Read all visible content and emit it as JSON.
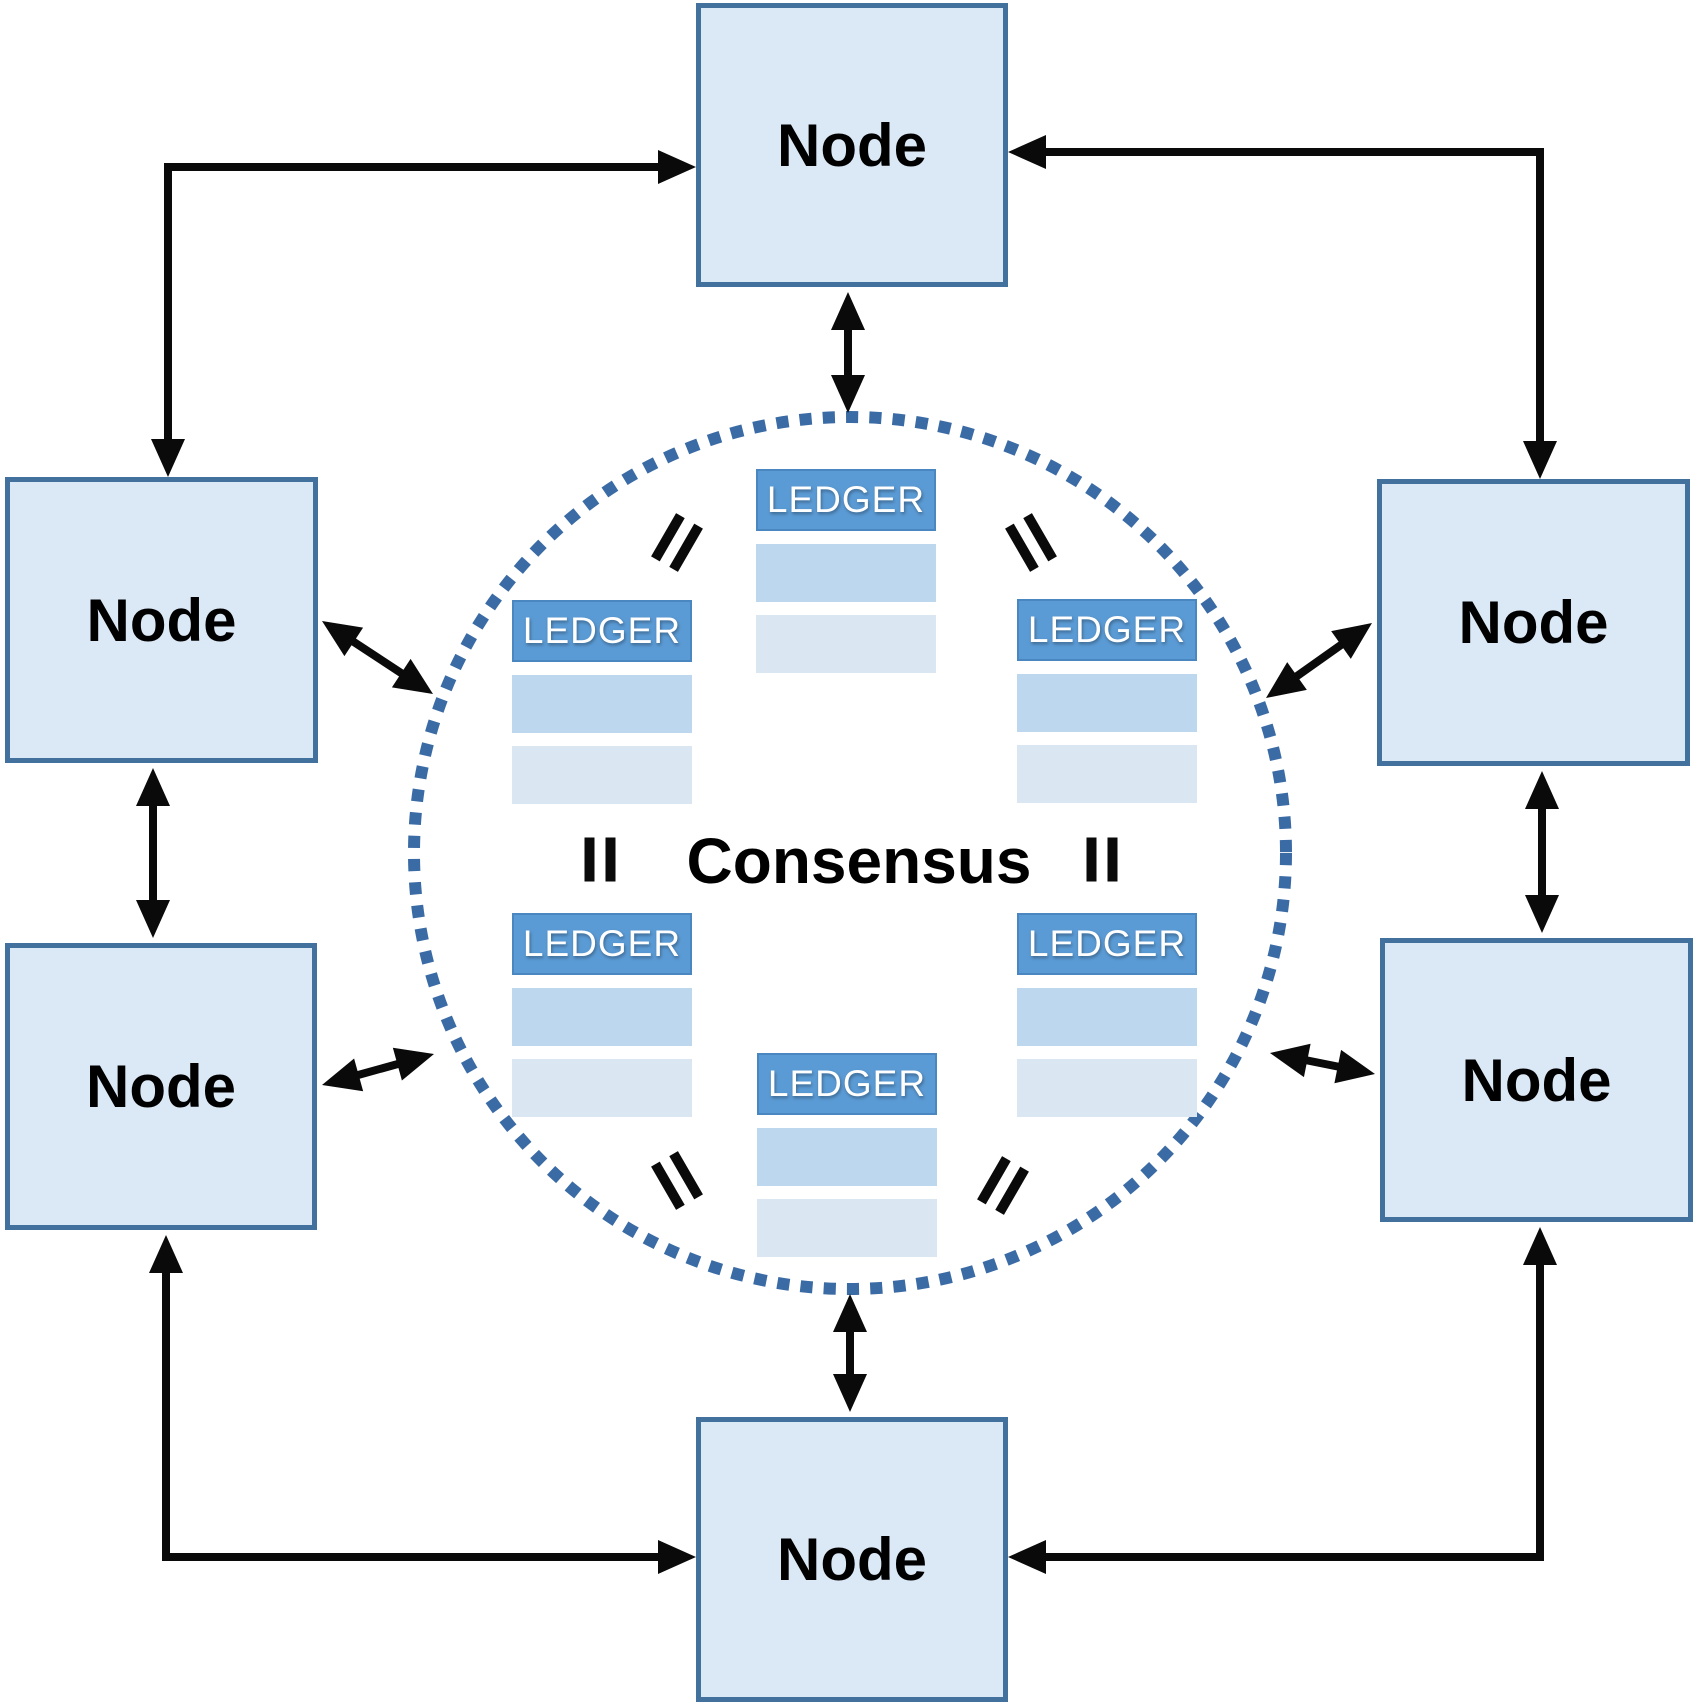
{
  "diagram": {
    "consensus_label": "Consensus",
    "nodes": [
      {
        "id": "top",
        "label": "Node"
      },
      {
        "id": "left-upper",
        "label": "Node"
      },
      {
        "id": "left-lower",
        "label": "Node"
      },
      {
        "id": "right-upper",
        "label": "Node"
      },
      {
        "id": "right-lower",
        "label": "Node"
      },
      {
        "id": "bottom",
        "label": "Node"
      }
    ],
    "ledgers": [
      {
        "id": "top",
        "label": "LEDGER",
        "rows": 2
      },
      {
        "id": "nw",
        "label": "LEDGER",
        "rows": 2
      },
      {
        "id": "ne",
        "label": "LEDGER",
        "rows": 2
      },
      {
        "id": "sw",
        "label": "LEDGER",
        "rows": 2
      },
      {
        "id": "se",
        "label": "LEDGER",
        "rows": 2
      },
      {
        "id": "bottom",
        "label": "LEDGER",
        "rows": 2
      }
    ],
    "equals_signs": [
      {
        "id": "left-of-consensus",
        "symbol": "="
      },
      {
        "id": "right-of-consensus",
        "symbol": "="
      },
      {
        "id": "north-west",
        "symbol": "="
      },
      {
        "id": "north-east",
        "symbol": "="
      },
      {
        "id": "south-west",
        "symbol": "="
      },
      {
        "id": "south-east",
        "symbol": "="
      }
    ],
    "colors": {
      "node_fill": "#dbe8f6",
      "node_border": "#41719c",
      "ledger_header": "#5b9bd5",
      "ledger_row_medium": "#bdd7ee",
      "ledger_row_light": "#dbe6f3",
      "circle_dotted": "#3b6ba5",
      "arrow": "#0a0a0a"
    }
  }
}
